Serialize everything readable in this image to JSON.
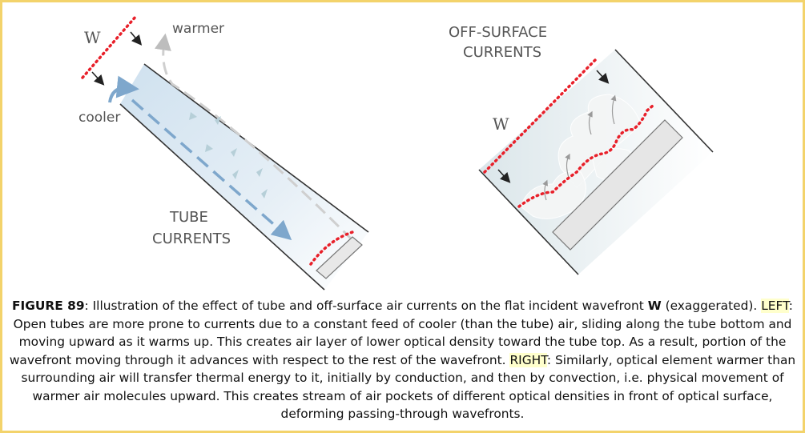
{
  "diagram": {
    "left": {
      "label_w": "W",
      "label_warmer": "warmer",
      "label_cooler": "cooler",
      "title_line1": "TUBE",
      "title_line2": "CURRENTS"
    },
    "right": {
      "title_line1": "OFF-SURFACE",
      "title_line2": "CURRENTS",
      "label_w": "W"
    }
  },
  "caption": {
    "figure_label": "FIGURE 89",
    "intro": ": Illustration of the effect of tube and off-surface air currents on the flat incident wavefront ",
    "w_symbol": "W",
    "intro_end": " (exaggerated).",
    "left_label": "LEFT",
    "left_text": ": Open tubes are more prone to currents due to a constant feed of cooler (than the tube) air, sliding along the tube bottom and moving upward as it warms up. This creates air layer of lower optical density toward the tube top. As a result, portion of the wavefront moving through it advances with respect to the rest of the wavefront. ",
    "right_label": "RIGHT",
    "right_text": ": Similarly, optical element warmer than surrounding air will transfer thermal energy to it, initially by conduction, and then by convection, i.e. physical movement of warmer air molecules upward. This creates stream of air pockets of different optical densities in front of optical surface, deforming passing-through wavefronts."
  },
  "colors": {
    "border": "#f3d36b",
    "wavefront": "#e8202a",
    "cool_current": "#7ea7cc",
    "tube_tint": "#d9e8f3",
    "highlight": "#ffffcc"
  }
}
